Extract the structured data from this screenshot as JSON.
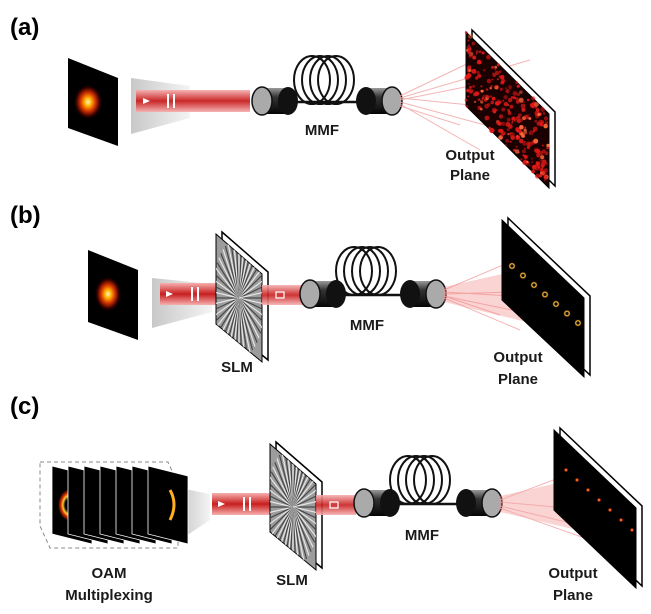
{
  "panels": [
    {
      "id": "a",
      "tag": "(a)",
      "fiber_label": "MMF",
      "output_label_line1": "Output",
      "output_label_line2": "Plane"
    },
    {
      "id": "b",
      "tag": "(b)",
      "slm_label": "SLM",
      "fiber_label": "MMF",
      "output_label_line1": "Output",
      "output_label_line2": "Plane"
    },
    {
      "id": "c",
      "tag": "(c)",
      "input_label_line1": "OAM",
      "input_label_line2": "Multiplexing",
      "slm_label": "SLM",
      "fiber_label": "MMF",
      "output_label_line1": "Output",
      "output_label_line2": "Plane"
    }
  ],
  "colors": {
    "beam": "#d42a2a",
    "beam_glow": "#f08080",
    "fiber": "#111111",
    "speckle_bg": "#1a0000",
    "speckle_dot": "#e01818"
  }
}
